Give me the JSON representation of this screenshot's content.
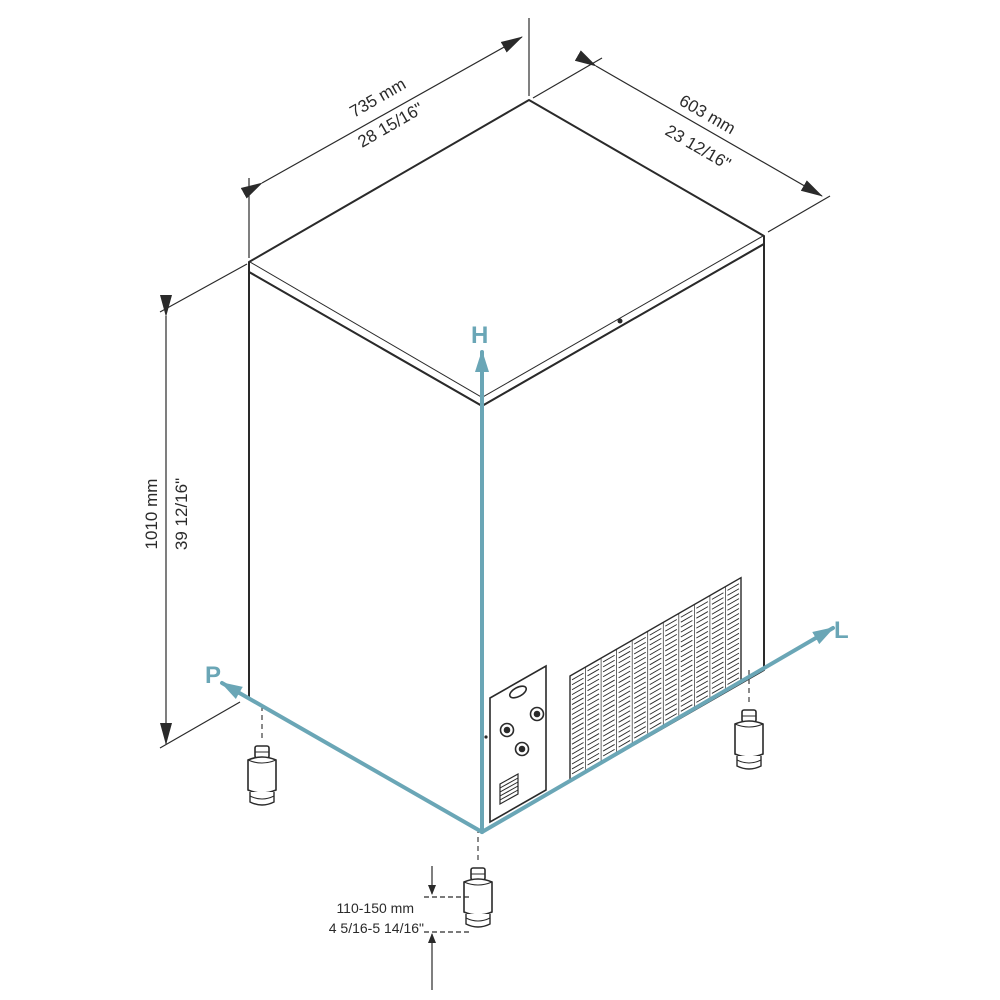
{
  "dimensions": {
    "width": {
      "metric": "735 mm",
      "imperial": "28 15/16\""
    },
    "depth": {
      "metric": "603 mm",
      "imperial": "23 12/16\""
    },
    "height": {
      "metric": "1010 mm",
      "imperial": "39 12/16\""
    },
    "feet": {
      "metric": "110-150 mm",
      "imperial": "4 5/16-5 14/16\""
    }
  },
  "axes": {
    "h": "H",
    "l": "L",
    "p": "P"
  },
  "colors": {
    "outline": "#2a2a2a",
    "axis": "#6aa6b6",
    "fill": "#ffffff"
  },
  "icons": {
    "foot": "adjustable-foot-icon",
    "knob": "control-knob-icon",
    "grille": "ventilation-grille-icon"
  }
}
